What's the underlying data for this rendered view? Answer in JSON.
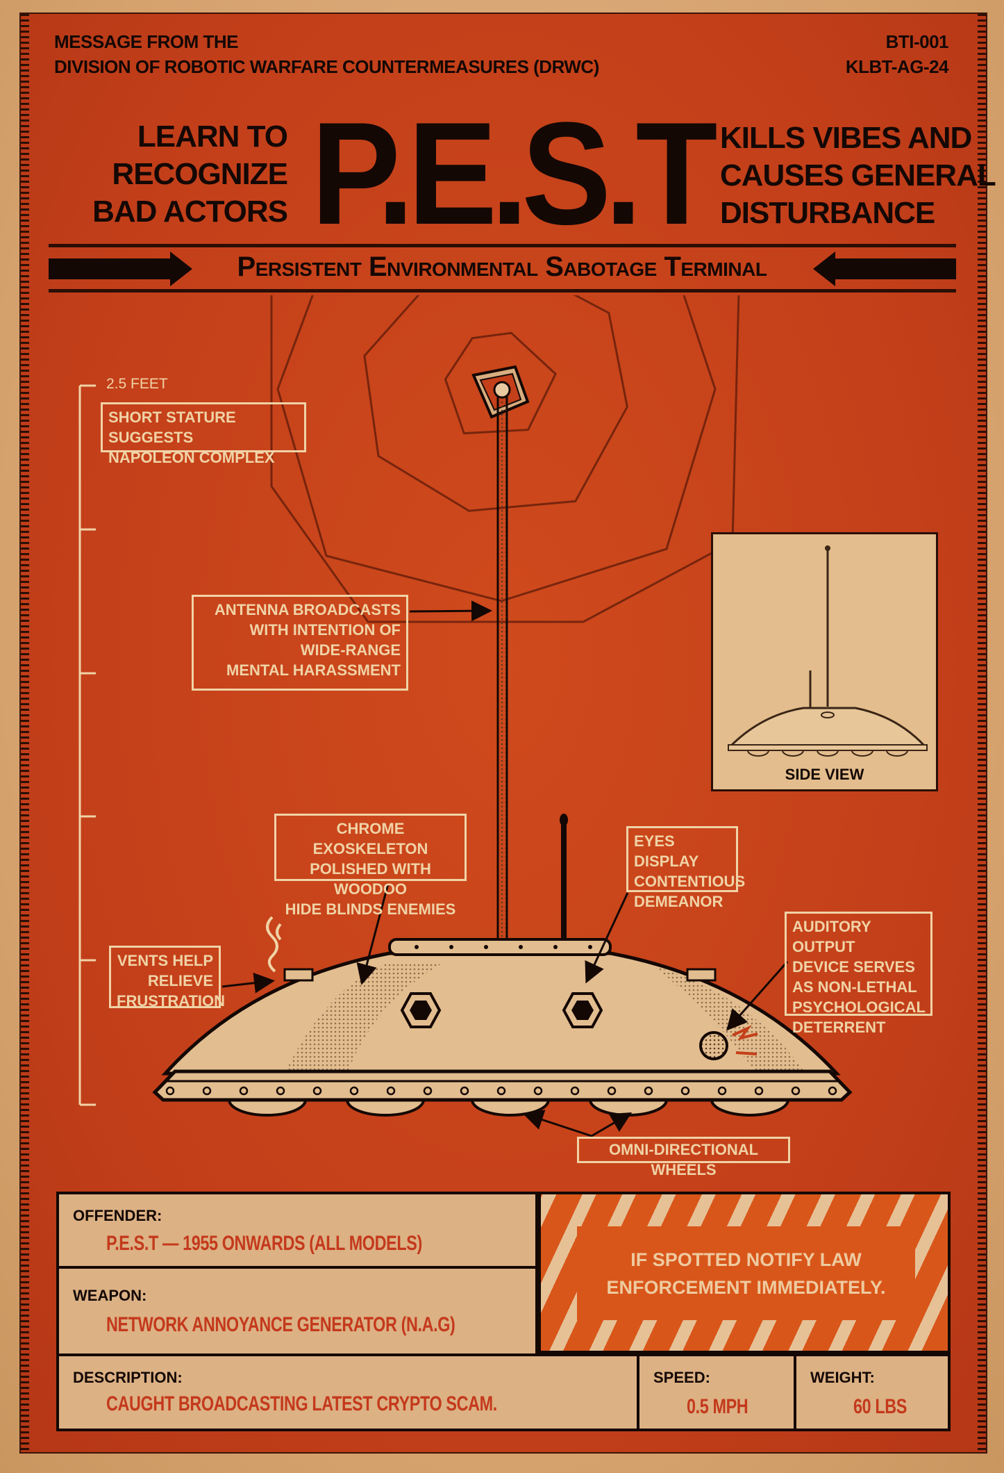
{
  "header": {
    "line1": "MESSAGE FROM THE",
    "line2": "DIVISION OF ROBOTIC WARFARE COUNTERMEASURES (DRWC)",
    "code1": "BTI-001",
    "code2": "KLBT-AG-24"
  },
  "title": {
    "left": [
      "LEARN TO",
      "RECOGNIZE",
      "BAD ACTORS"
    ],
    "main": "P.E.S.T",
    "right": [
      "KILLS VIBES AND",
      "CAUSES GENERAL",
      "DISTURBANCE"
    ],
    "subtitle": "Persistent Environmental Sabotage Terminal"
  },
  "scale": {
    "label": "2.5 FEET"
  },
  "callouts": {
    "stature": "SHORT STATURE SUGGESTS\nNAPOLEON COMPLEX",
    "antenna": "ANTENNA BROADCASTS\nWITH INTENTION OF\nWIDE-RANGE\nMENTAL HARASSMENT",
    "chrome": "CHROME EXOSKELETON\nPOLISHED WITH WOODOO\nHIDE BLINDS ENEMIES",
    "eyes": "EYES DISPLAY\nCONTENTIOUS\nDEMEANOR",
    "vents": "VENTS HELP\nRELIEVE\nFRUSTRATION",
    "auditory": "AUDITORY OUTPUT\nDEVICE SERVES\nAS NON-LETHAL\nPSYCHOLOGICAL\nDETERRENT",
    "wheels": "OMNI-DIRECTIONAL WHEELS"
  },
  "side_view": {
    "label": "SIDE VIEW"
  },
  "info": {
    "offender_label": "OFFENDER:",
    "offender": "P.E.S.T — 1955 ONWARDS (ALL MODELS)",
    "weapon_label": "WEAPON:",
    "weapon": "NETWORK ANNOYANCE GENERATOR (N.A.G)",
    "notice": "IF SPOTTED NOTIFY LAW\nENFORCEMENT IMMEDIATELY.",
    "description_label": "DESCRIPTION:",
    "description": "CAUGHT BROADCASTING LATEST CRYPTO SCAM.",
    "speed_label": "SPEED:",
    "speed": "0.5 MPH",
    "weight_label": "WEIGHT:",
    "weight": "60 LBS"
  },
  "colors": {
    "paper": "#d8a877",
    "panel_red": "#c4401a",
    "ink": "#140805",
    "cream": "#f0d3a6",
    "value_red": "#c4391c",
    "warning_orange": "#d9561a"
  }
}
